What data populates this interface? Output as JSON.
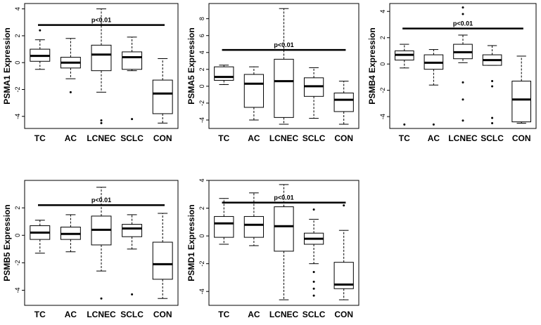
{
  "chart_data": [
    {
      "type": "boxplot",
      "ylabel": "PSMA1 Expression",
      "categories": [
        "TC",
        "AC",
        "LCNEC",
        "SCLC",
        "CON"
      ],
      "yticks": [
        4,
        2,
        0,
        -2,
        -4
      ],
      "ylim": [
        -4.9,
        4.4
      ],
      "significance": {
        "label": "p<0.01",
        "y": 2.8
      },
      "boxes": [
        {
          "min": -0.5,
          "q1": 0.1,
          "median": 0.5,
          "q3": 1.0,
          "max": 1.7,
          "outliers": [
            2.4
          ]
        },
        {
          "min": -1.2,
          "q1": -0.4,
          "median": 0.0,
          "q3": 0.4,
          "max": 1.8,
          "outliers": [
            -2.2
          ]
        },
        {
          "min": -2.2,
          "q1": -0.6,
          "median": 0.6,
          "q3": 1.3,
          "max": 4.0,
          "outliers": [
            -4.3,
            -4.5
          ]
        },
        {
          "min": -0.6,
          "q1": -0.5,
          "median": 0.4,
          "q3": 0.8,
          "max": 1.9,
          "outliers": [
            -4.2
          ]
        },
        {
          "min": -4.5,
          "q1": -3.8,
          "median": -2.3,
          "q3": -1.3,
          "max": 0.3,
          "outliers": []
        }
      ]
    },
    {
      "type": "boxplot",
      "ylabel": "PSMA5 Expression",
      "categories": [
        "TC",
        "AC",
        "LCNEC",
        "SCLC",
        "CON"
      ],
      "yticks": [
        8,
        6,
        4,
        2,
        0,
        -2,
        -4
      ],
      "ylim": [
        -5.0,
        9.8
      ],
      "significance": {
        "label": "p<0.01",
        "y": 4.3
      },
      "boxes": [
        {
          "min": 0.2,
          "q1": 0.7,
          "median": 1.1,
          "q3": 2.3,
          "max": 2.5,
          "outliers": []
        },
        {
          "min": -4.0,
          "q1": -2.5,
          "median": 0.3,
          "q3": 1.4,
          "max": 2.3,
          "outliers": []
        },
        {
          "min": -4.5,
          "q1": -3.7,
          "median": 0.6,
          "q3": 3.2,
          "max": 9.2,
          "outliers": []
        },
        {
          "min": -3.8,
          "q1": -1.2,
          "median": 0.0,
          "q3": 1.0,
          "max": 2.2,
          "outliers": []
        },
        {
          "min": -4.5,
          "q1": -3.0,
          "median": -1.6,
          "q3": -0.8,
          "max": 0.6,
          "outliers": []
        }
      ]
    },
    {
      "type": "boxplot",
      "ylabel": "PSMB4 Expression",
      "categories": [
        "TC",
        "AC",
        "LCNEC",
        "SCLC",
        "CON"
      ],
      "yticks": [
        4,
        2,
        0,
        -2,
        -4
      ],
      "ylim": [
        -4.9,
        4.6
      ],
      "significance": {
        "label": "p<0.01",
        "y": 2.7
      },
      "boxes": [
        {
          "min": -0.3,
          "q1": 0.3,
          "median": 0.7,
          "q3": 1.0,
          "max": 1.5,
          "outliers": [
            -4.6
          ]
        },
        {
          "min": -1.6,
          "q1": -0.4,
          "median": 0.1,
          "q3": 0.7,
          "max": 1.1,
          "outliers": [
            -4.6
          ]
        },
        {
          "min": 0.1,
          "q1": 0.4,
          "median": 0.9,
          "q3": 1.5,
          "max": 2.2,
          "outliers": [
            3.8,
            4.3,
            -1.4,
            -2.7,
            -4.3
          ]
        },
        {
          "min": -0.1,
          "q1": -0.1,
          "median": 0.3,
          "q3": 0.7,
          "max": 1.4,
          "outliers": [
            -1.3,
            -1.7,
            -4.1,
            -4.5
          ]
        },
        {
          "min": -4.5,
          "q1": -4.4,
          "median": -2.7,
          "q3": -1.3,
          "max": 0.6,
          "outliers": []
        }
      ]
    },
    {
      "type": "boxplot",
      "ylabel": "PSMB5 Expression",
      "categories": [
        "TC",
        "AC",
        "LCNEC",
        "SCLC",
        "CON"
      ],
      "yticks": [
        2,
        0,
        -2,
        -4
      ],
      "ylim": [
        -5.1,
        4.0
      ],
      "significance": {
        "label": "p<0.01",
        "y": 2.2
      },
      "boxes": [
        {
          "min": -1.3,
          "q1": -0.3,
          "median": 0.2,
          "q3": 0.7,
          "max": 1.1,
          "outliers": []
        },
        {
          "min": -1.2,
          "q1": -0.3,
          "median": 0.1,
          "q3": 0.6,
          "max": 1.5,
          "outliers": []
        },
        {
          "min": -2.6,
          "q1": -0.7,
          "median": 0.4,
          "q3": 1.4,
          "max": 3.5,
          "outliers": [
            -4.6
          ]
        },
        {
          "min": -1.0,
          "q1": -0.1,
          "median": 0.5,
          "q3": 0.8,
          "max": 1.5,
          "outliers": [
            -4.3
          ]
        },
        {
          "min": -4.6,
          "q1": -3.2,
          "median": -2.1,
          "q3": -0.5,
          "max": 1.6,
          "outliers": []
        }
      ]
    },
    {
      "type": "boxplot",
      "ylabel": "PSMD1 Expression",
      "categories": [
        "TC",
        "AC",
        "LCNEC",
        "SCLC",
        "CON"
      ],
      "yticks": [
        4,
        2,
        0,
        -2,
        -4
      ],
      "ylim": [
        -5.0,
        4.0
      ],
      "significance": {
        "label": "p<0.01",
        "y": 2.4
      },
      "boxes": [
        {
          "min": -0.6,
          "q1": -0.1,
          "median": 0.9,
          "q3": 1.4,
          "max": 2.7,
          "outliers": []
        },
        {
          "min": -0.7,
          "q1": -0.1,
          "median": 0.8,
          "q3": 1.4,
          "max": 3.1,
          "outliers": []
        },
        {
          "min": -4.6,
          "q1": -1.1,
          "median": 0.7,
          "q3": 2.1,
          "max": 3.7,
          "outliers": []
        },
        {
          "min": -2.0,
          "q1": -0.6,
          "median": -0.2,
          "q3": 0.2,
          "max": 1.2,
          "outliers": [
            1.9,
            -2.6,
            -3.3,
            -3.8,
            -4.3
          ]
        },
        {
          "min": -4.6,
          "q1": -3.8,
          "median": -3.5,
          "q3": -1.9,
          "max": 0.4,
          "outliers": [
            2.2
          ]
        }
      ]
    }
  ]
}
